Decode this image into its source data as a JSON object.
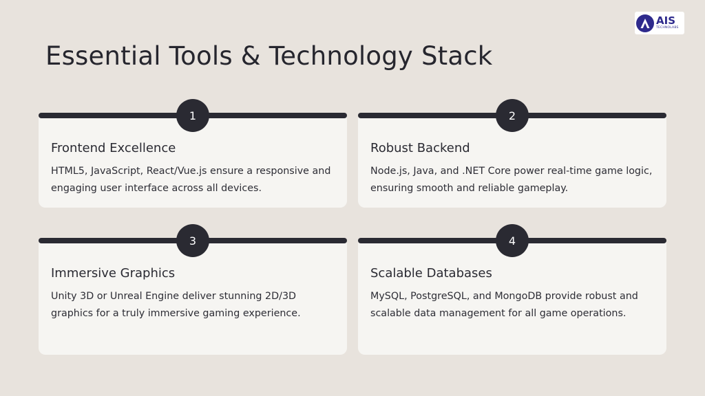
{
  "page": {
    "title": "Essential Tools & Technology Stack"
  },
  "logo": {
    "name": "AIS",
    "subtitle": "TECHNOLABS",
    "icon": "a-letter-icon"
  },
  "cards": [
    {
      "number": "1",
      "heading": "Frontend Excellence",
      "description": "HTML5, JavaScript, React/Vue.js ensure a responsive and engaging user interface across all devices."
    },
    {
      "number": "2",
      "heading": "Robust Backend",
      "description": "Node.js, Java, and .NET Core power real-time game logic, ensuring smooth and reliable gameplay."
    },
    {
      "number": "3",
      "heading": "Immersive Graphics",
      "description": "Unity 3D or Unreal Engine deliver stunning 2D/3D graphics for a truly immersive gaming experience."
    },
    {
      "number": "4",
      "heading": "Scalable Databases",
      "description": "MySQL, PostgreSQL, and MongoDB provide robust and scalable data management for all game operations."
    }
  ],
  "colors": {
    "background": "#e8e3dd",
    "card": "#f6f5f2",
    "dark": "#2a2a32",
    "brand": "#2e2a8c"
  }
}
